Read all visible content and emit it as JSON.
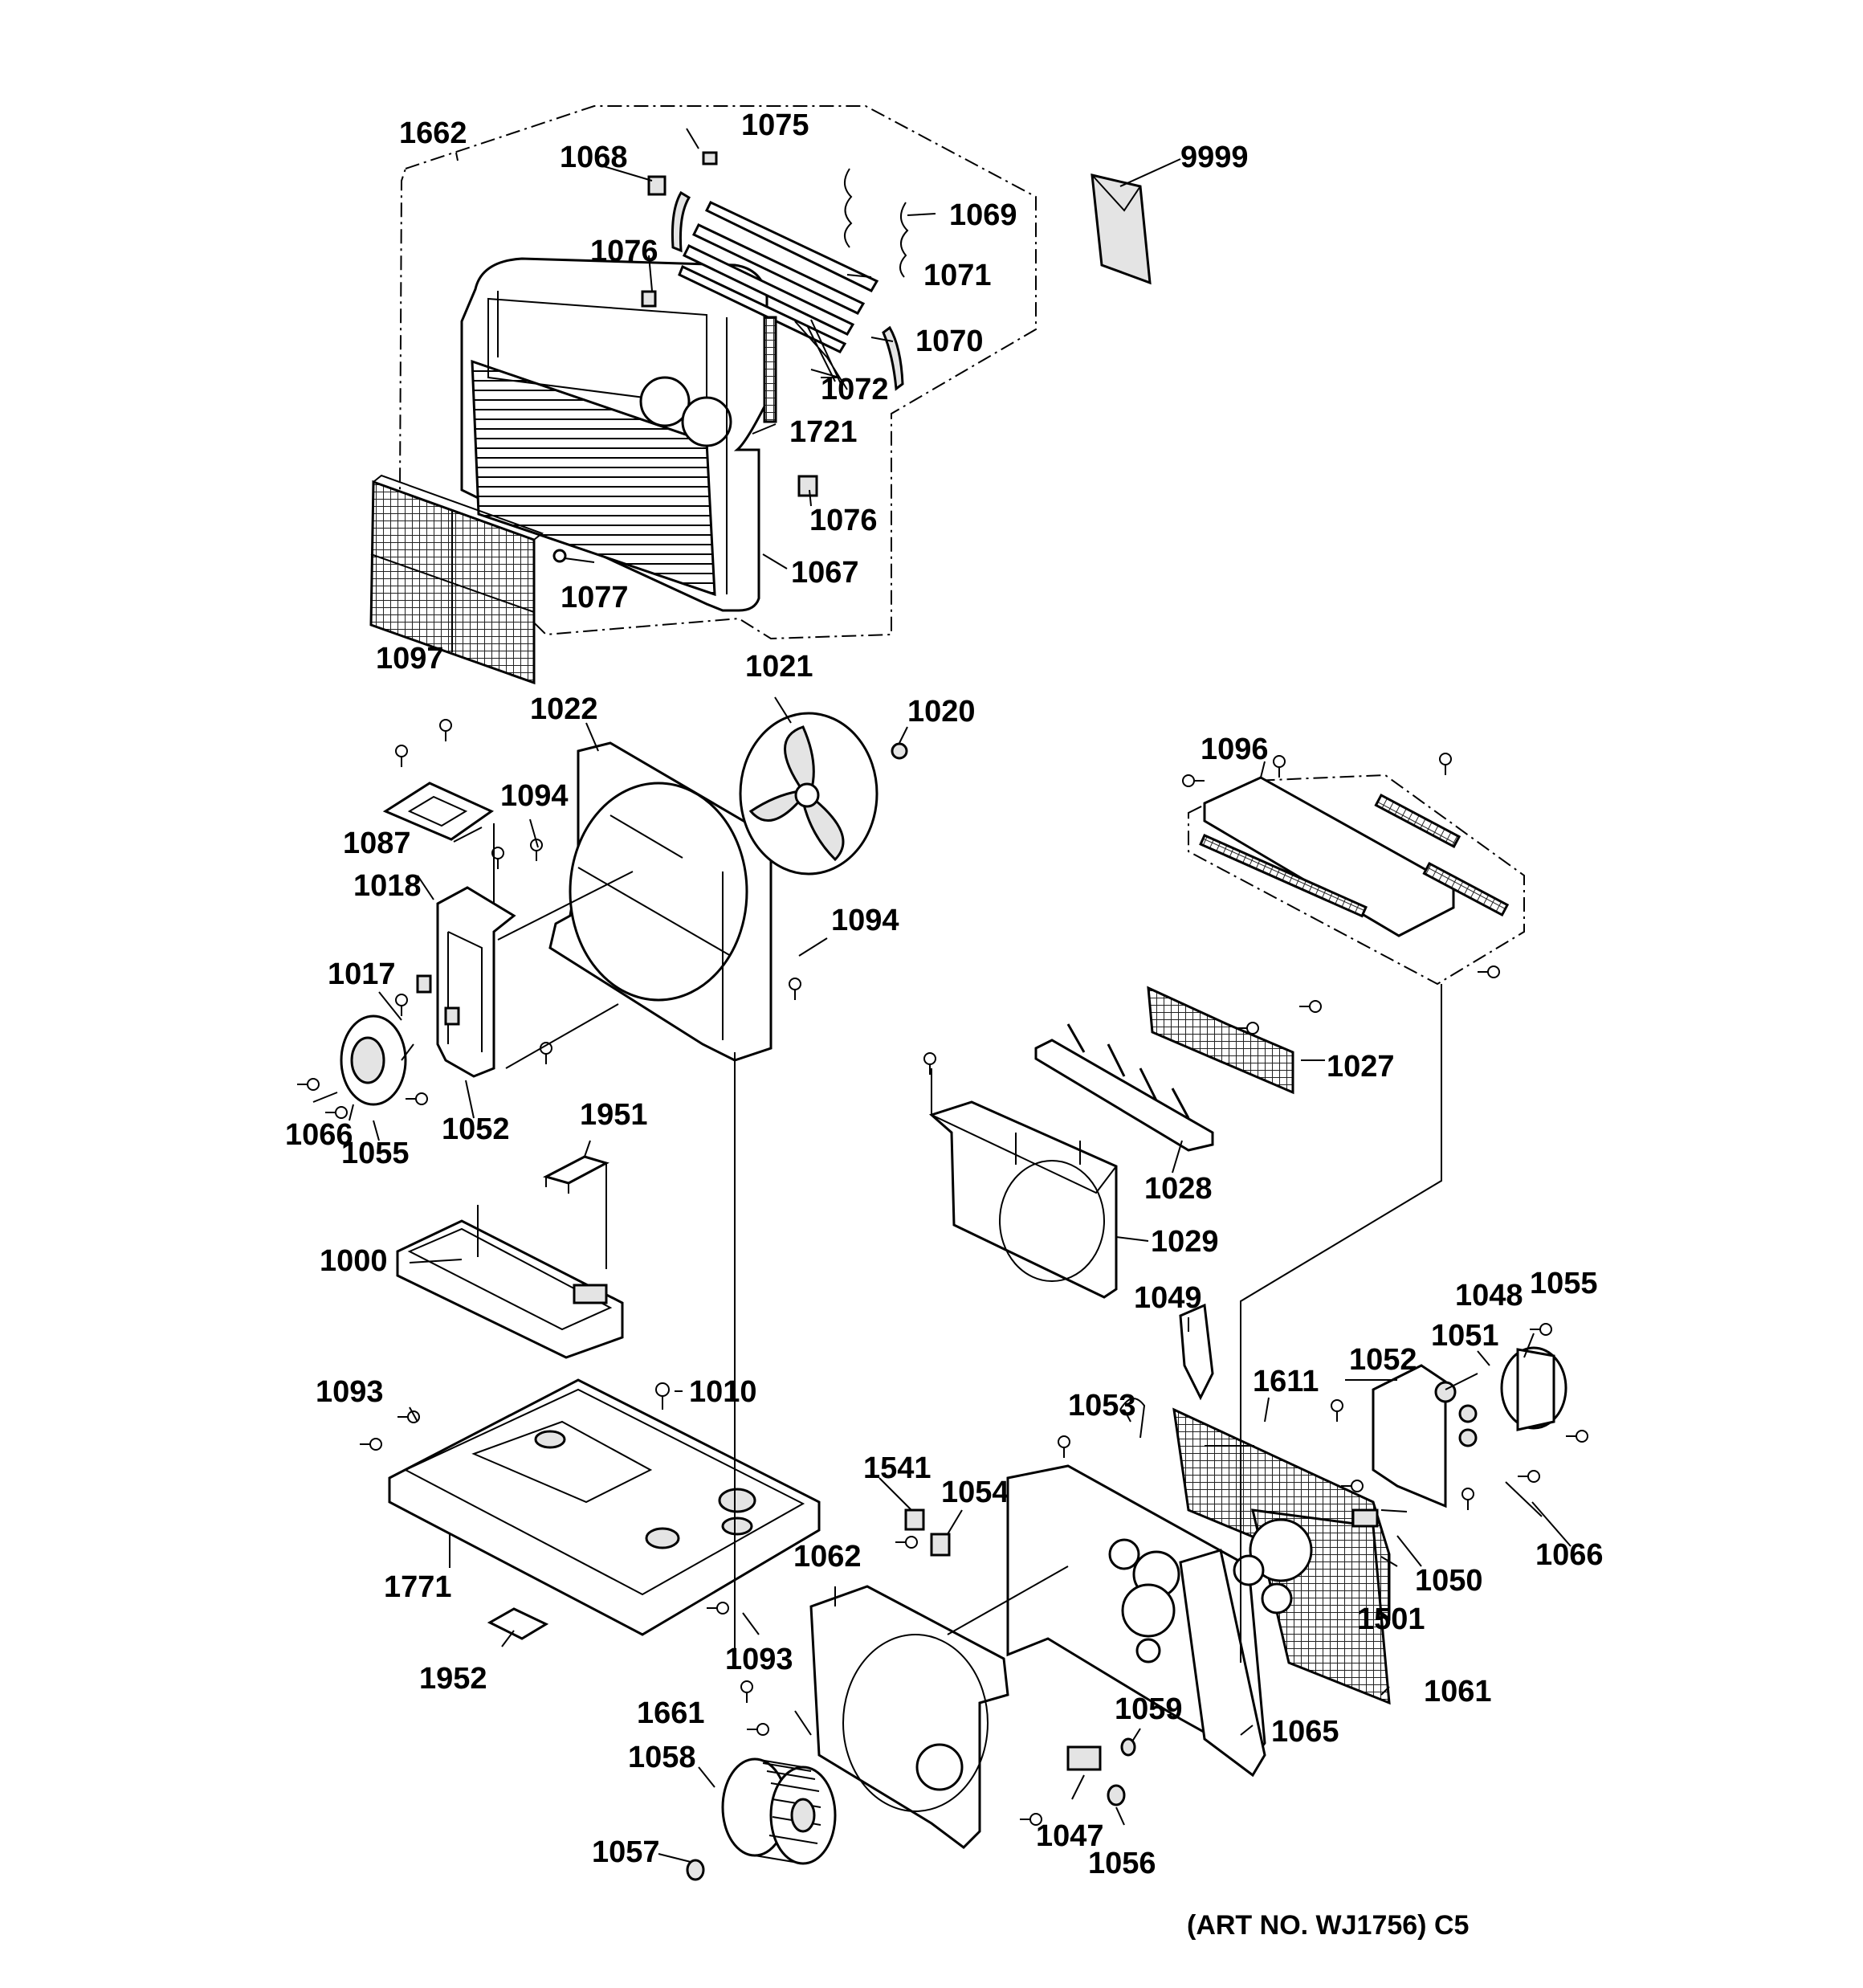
{
  "labels": {
    "p1662": "1662",
    "p1075": "1075",
    "p1068": "1068",
    "p1069": "1069",
    "p1076a": "1076",
    "p1071": "1071",
    "p1070": "1070",
    "p1072": "1072",
    "p1721": "1721",
    "p1076b": "1076",
    "p1067": "1067",
    "p1077": "1077",
    "p1097": "1097",
    "p9999": "9999",
    "p1021": "1021",
    "p1022": "1022",
    "p1020": "1020",
    "p1094a": "1094",
    "p1087": "1087",
    "p1018": "1018",
    "p1094b": "1094",
    "p1017": "1017",
    "p1066a": "1066",
    "p1055a": "1055",
    "p1052a": "1052",
    "p1951": "1951",
    "p1000": "1000",
    "p1096": "1096",
    "p1027": "1027",
    "p1028": "1028",
    "p1029": "1029",
    "p1049": "1049",
    "p1048": "1048",
    "p1055b": "1055",
    "p1051": "1051",
    "p1052b": "1052",
    "p1611": "1611",
    "p1053": "1053",
    "p1093a": "1093",
    "p1010": "1010",
    "p1541": "1541",
    "p1054": "1054",
    "p1062": "1062",
    "p1066b": "1066",
    "p1050": "1050",
    "p1501": "1501",
    "p1771": "1771",
    "p1952": "1952",
    "p1093b": "1093",
    "p1661": "1661",
    "p1059": "1059",
    "p1065": "1065",
    "p1061": "1061",
    "p1058": "1058",
    "p1047": "1047",
    "p1057": "1057",
    "p1056": "1056"
  },
  "caption": "(ART NO. WJ1756) C5"
}
